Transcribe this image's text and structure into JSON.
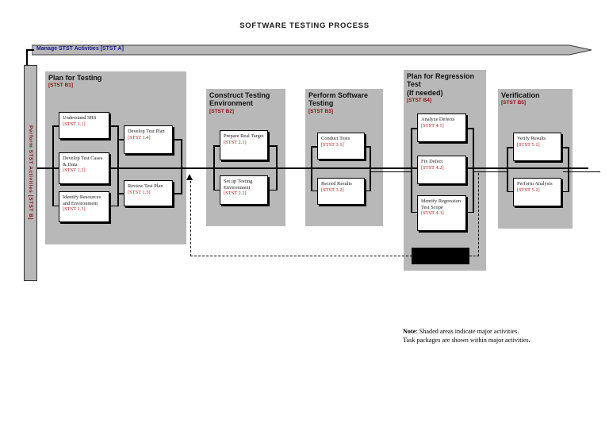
{
  "title": "SOFTWARE TESTING PROCESS",
  "banner": {
    "label": "Manage STST Activities [STST A]"
  },
  "side_bar": {
    "label": "Perform STST Activities [STST B]"
  },
  "colors": {
    "shade": "#b8b8b8",
    "section_ref_text": "#8b1212",
    "task_ref_text": "#b22222",
    "banner_text": "#1b1b8e",
    "side_bar_text": "#8b0f0f"
  },
  "sections": [
    {
      "title": "Plan for Testing",
      "ref": "[STST B1]",
      "tasks": [
        {
          "name": "Understand SRS",
          "ref": "[STST 1.1]"
        },
        {
          "name": "Develop Test Cases & Data",
          "ref": "[STST 1.2]"
        },
        {
          "name": "Identify Resources and Environment",
          "ref": "[STST 1.3]"
        },
        {
          "name": "Develop Test Plan",
          "ref": "[STST 1.4]"
        },
        {
          "name": "Review Test Plan",
          "ref": "[STST 1.5]"
        }
      ]
    },
    {
      "title": "Construct Testing Environment",
      "ref": "[STST B2]",
      "tasks": [
        {
          "name": "Prepare Real Target",
          "ref": "[STST 2.1]"
        },
        {
          "name": "Set up Testing Environment",
          "ref": "[STST 2.2]"
        }
      ]
    },
    {
      "title": "Perform Software Testing",
      "ref": "[STST B3]",
      "tasks": [
        {
          "name": "Conduct Tests",
          "ref": "[STST 3.1]"
        },
        {
          "name": "Record Results",
          "ref": "[STST 3.2]"
        }
      ]
    },
    {
      "title": "Plan for Regression Test",
      "subtitle": "(If needed)",
      "ref": "[STST B4]",
      "tasks": [
        {
          "name": "Analyze Defects",
          "ref": "[STST 4.1]"
        },
        {
          "name": "Fix Defect",
          "ref": "[STST 4.2]"
        },
        {
          "name": "Identify Regression Test Scope",
          "ref": "[STST 4.3]"
        }
      ],
      "redacted_box": "redacted"
    },
    {
      "title": "Verification",
      "ref": "[STST B5]",
      "tasks": [
        {
          "name": "Verify Results",
          "ref": "[STST 5.1]"
        },
        {
          "name": "Perform Analysis",
          "ref": "[STST 5.2]"
        }
      ]
    }
  ],
  "note": {
    "label": "Note",
    "line1": ": Shaded areas indicate major activities.",
    "line2": "Task packages are shown within major activities."
  }
}
